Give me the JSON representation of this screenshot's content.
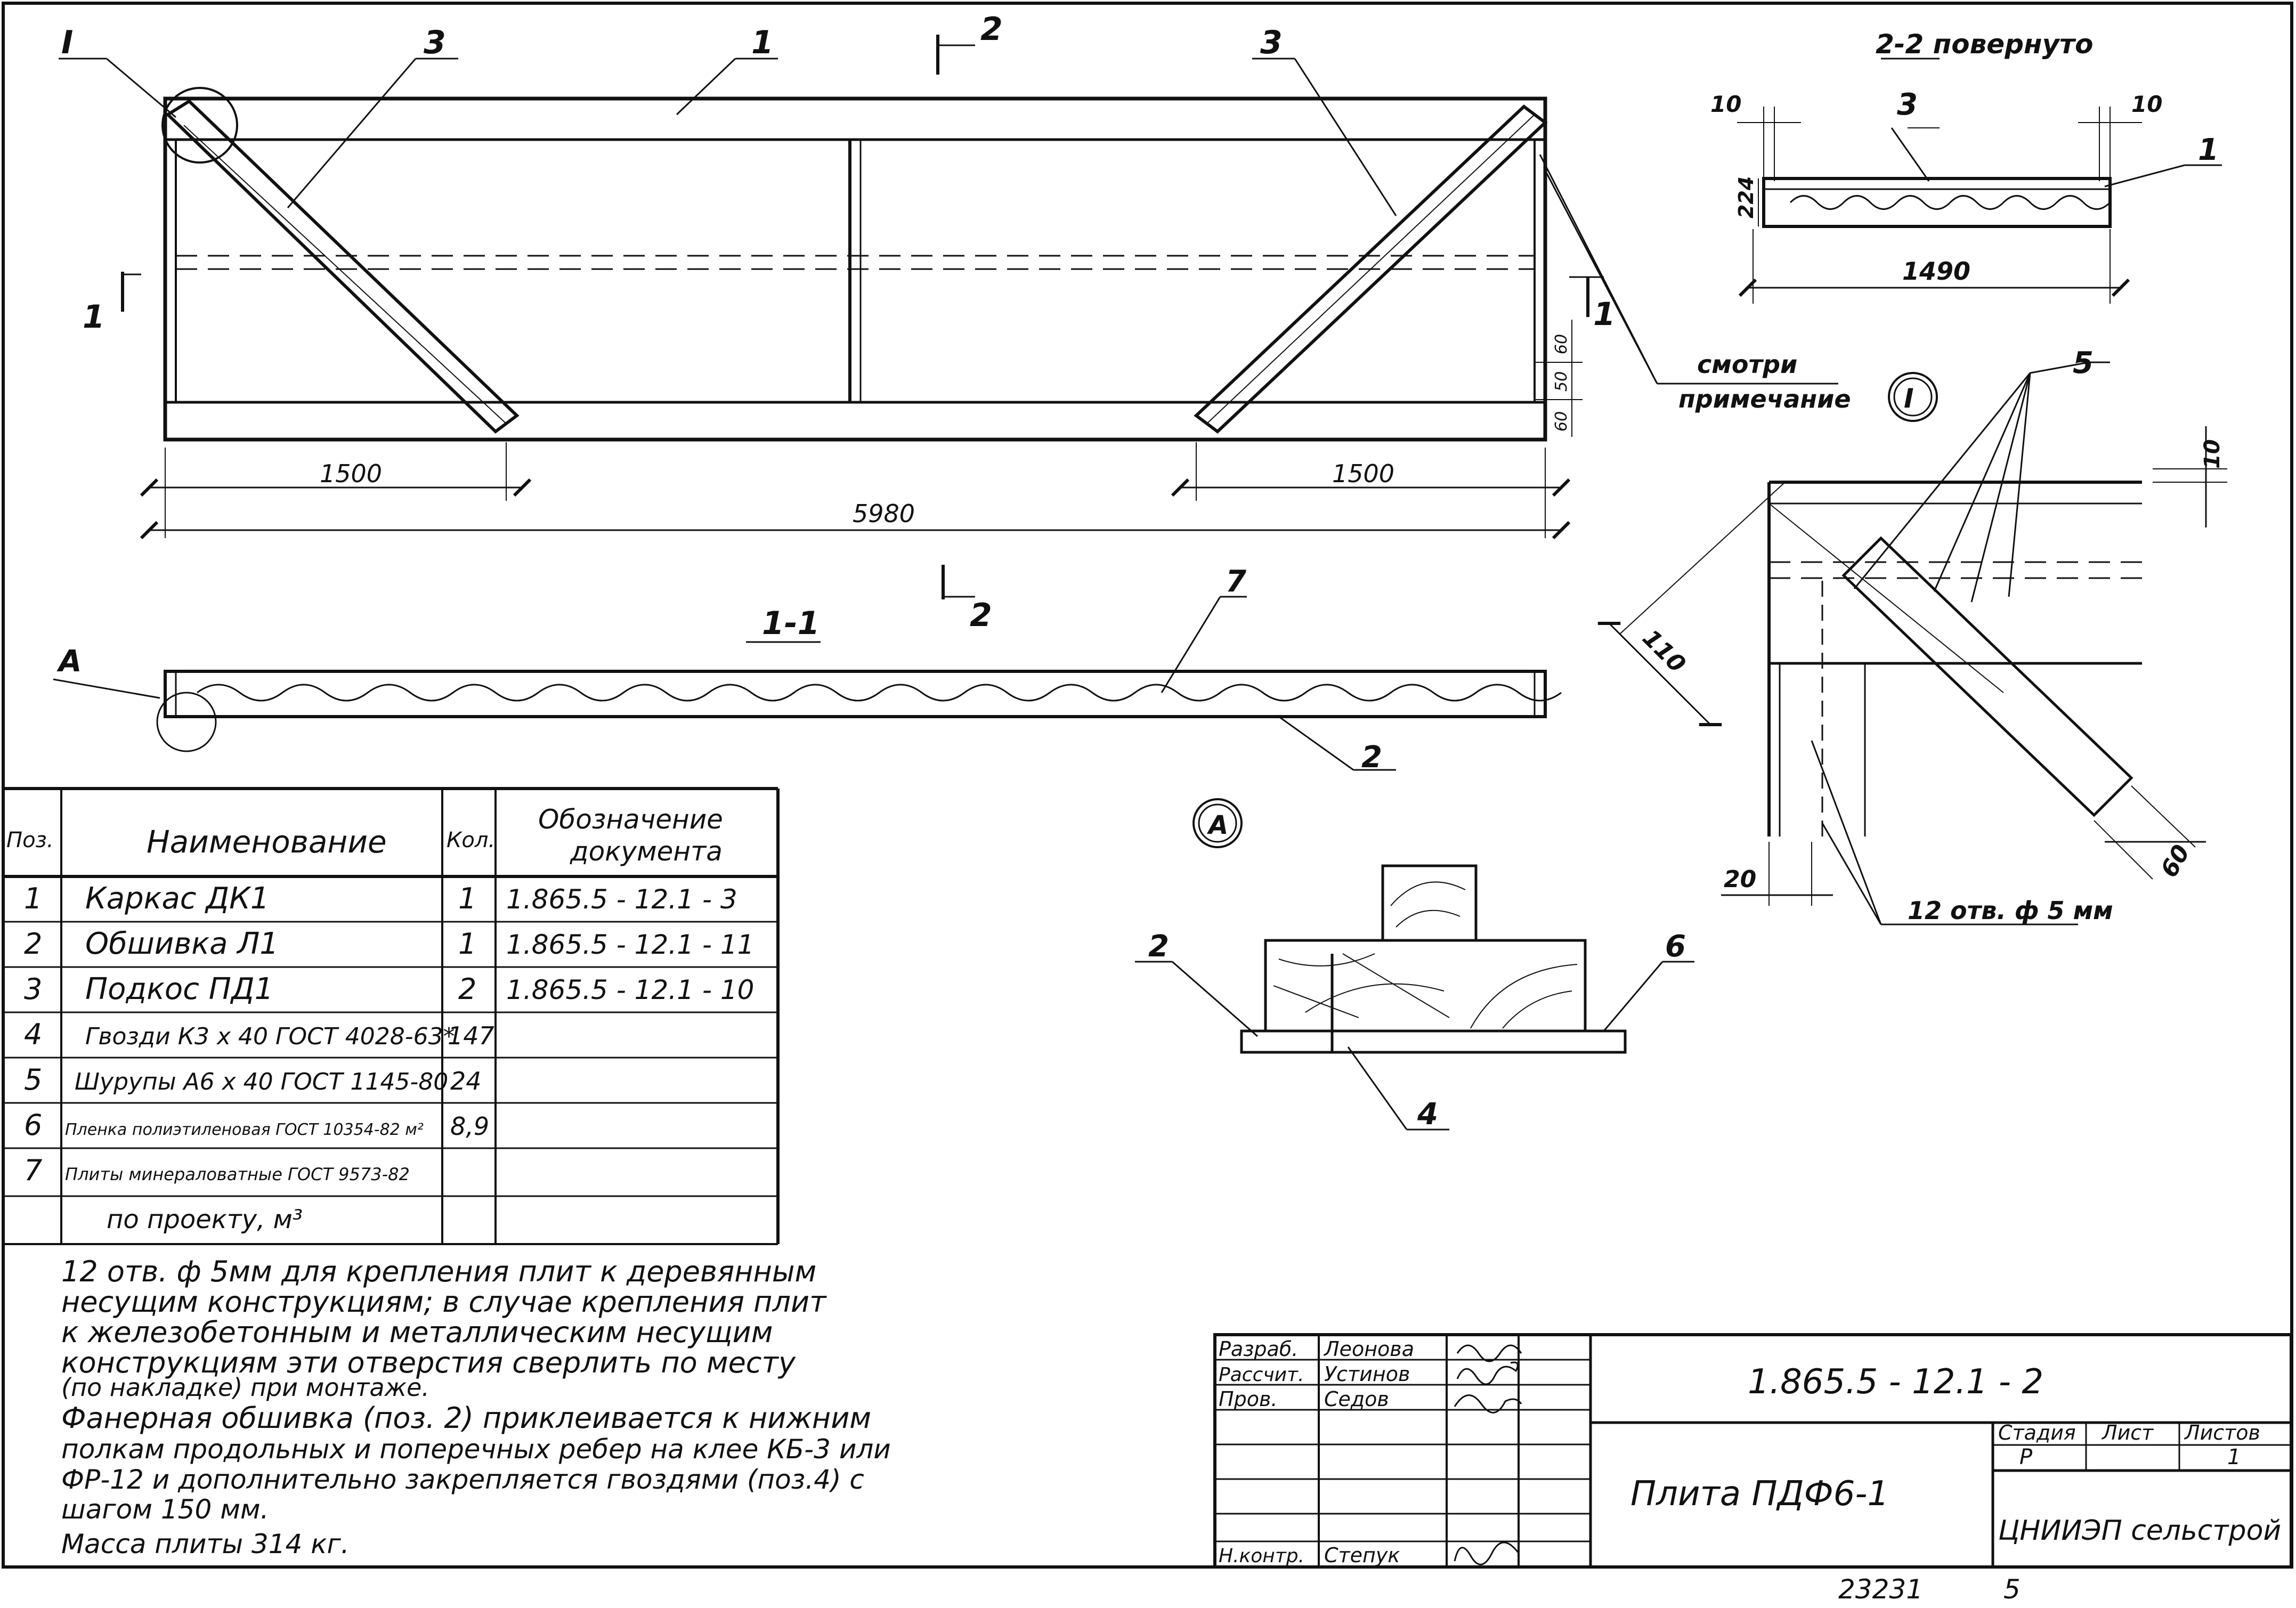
{
  "views": {
    "top_plan": {
      "callouts": [
        "I",
        "3",
        "1",
        "3"
      ],
      "section_marks": [
        "2",
        "2",
        "1",
        "1"
      ],
      "dims": {
        "left": "1500",
        "right": "1500",
        "total": "5980",
        "v1": "60",
        "v2": "50",
        "v3": "60"
      },
      "note_link": [
        "смотри",
        "примечание"
      ]
    },
    "section_22": {
      "title": "2-2 повернуто",
      "dims": {
        "left": "10",
        "right": "10",
        "height": "224",
        "width": "1490"
      },
      "callouts": [
        "3",
        "1"
      ]
    },
    "section_11": {
      "title": "1-1",
      "callouts": [
        "А",
        "7",
        "2"
      ]
    },
    "detail_I": {
      "marker": "I",
      "callout": "5",
      "dims": {
        "top": "10",
        "diag": "110",
        "bottom_left": "20",
        "bottom_right": "60"
      },
      "holes_label": "12 отв. ф 5 мм"
    },
    "detail_A": {
      "marker": "А",
      "callouts": [
        "2",
        "6",
        "4"
      ]
    }
  },
  "spec_table": {
    "headers": {
      "pos": "Поз.",
      "name": "Наименование",
      "qty": "Кол.",
      "doc": [
        "Обозначение",
        "документа"
      ]
    },
    "rows": [
      {
        "pos": "1",
        "name": "Каркас ДК1",
        "qty": "1",
        "doc": "1.865.5 - 12.1 - 3"
      },
      {
        "pos": "2",
        "name": "Обшивка Л1",
        "qty": "1",
        "doc": "1.865.5 - 12.1 - 11"
      },
      {
        "pos": "3",
        "name": "Подкос ПД1",
        "qty": "2",
        "doc": "1.865.5 - 12.1 - 10"
      },
      {
        "pos": "4",
        "name": "Гвозди К3 х 40 ГОСТ 4028-63*",
        "qty": "147",
        "doc": ""
      },
      {
        "pos": "5",
        "name": "Шурупы А6 х 40 ГОСТ 1145-80",
        "qty": "24",
        "doc": ""
      },
      {
        "pos": "6",
        "name": "Пленка полиэтиленовая ГОСТ 10354-82 м²",
        "qty": "8,9",
        "doc": ""
      },
      {
        "pos": "7",
        "name": "Плиты минераловатные ГОСТ 9573-82",
        "qty": "",
        "doc": ""
      },
      {
        "pos": "",
        "name": "по проекту, м³",
        "qty": "",
        "doc": ""
      }
    ]
  },
  "notes": [
    "12 отв. ф 5мм для крепления плит к деревянным",
    "несущим конструкциям; в случае крепления плит",
    "к железобетонным и металлическим несущим",
    "конструкциям эти отверстия сверлить по месту",
    "(по накладке) при монтаже.",
    "Фанерная обшивка (поз. 2) приклеивается к нижним",
    "полкам продольных и поперечных ребер на клее КБ-3 или",
    "ФР-12 и дополнительно закрепляется гвоздями (поз.4) с",
    "шагом 150 мм.",
    "Масса    плиты   314 кг."
  ],
  "title_block": {
    "roles": [
      {
        "role": "Разраб.",
        "name": "Леонова"
      },
      {
        "role": "Рассчит.",
        "name": "Устинов"
      },
      {
        "role": "Пров.",
        "name": "Седов"
      },
      {
        "role": "",
        "name": ""
      },
      {
        "role": "",
        "name": ""
      },
      {
        "role": "",
        "name": ""
      },
      {
        "role": "Н.контр.",
        "name": "Степук"
      }
    ],
    "doc_code": "1.865.5 - 12.1 - 2",
    "item_name": "Плита ПДФ6-1",
    "stage_header": "Стадия",
    "sheet_header": "Лист",
    "sheets_header": "Листов",
    "stage": "Р",
    "sheets": "1",
    "org": "ЦНИИЭП сельстрой"
  },
  "footer": {
    "inventory": "23231",
    "format": "5"
  }
}
